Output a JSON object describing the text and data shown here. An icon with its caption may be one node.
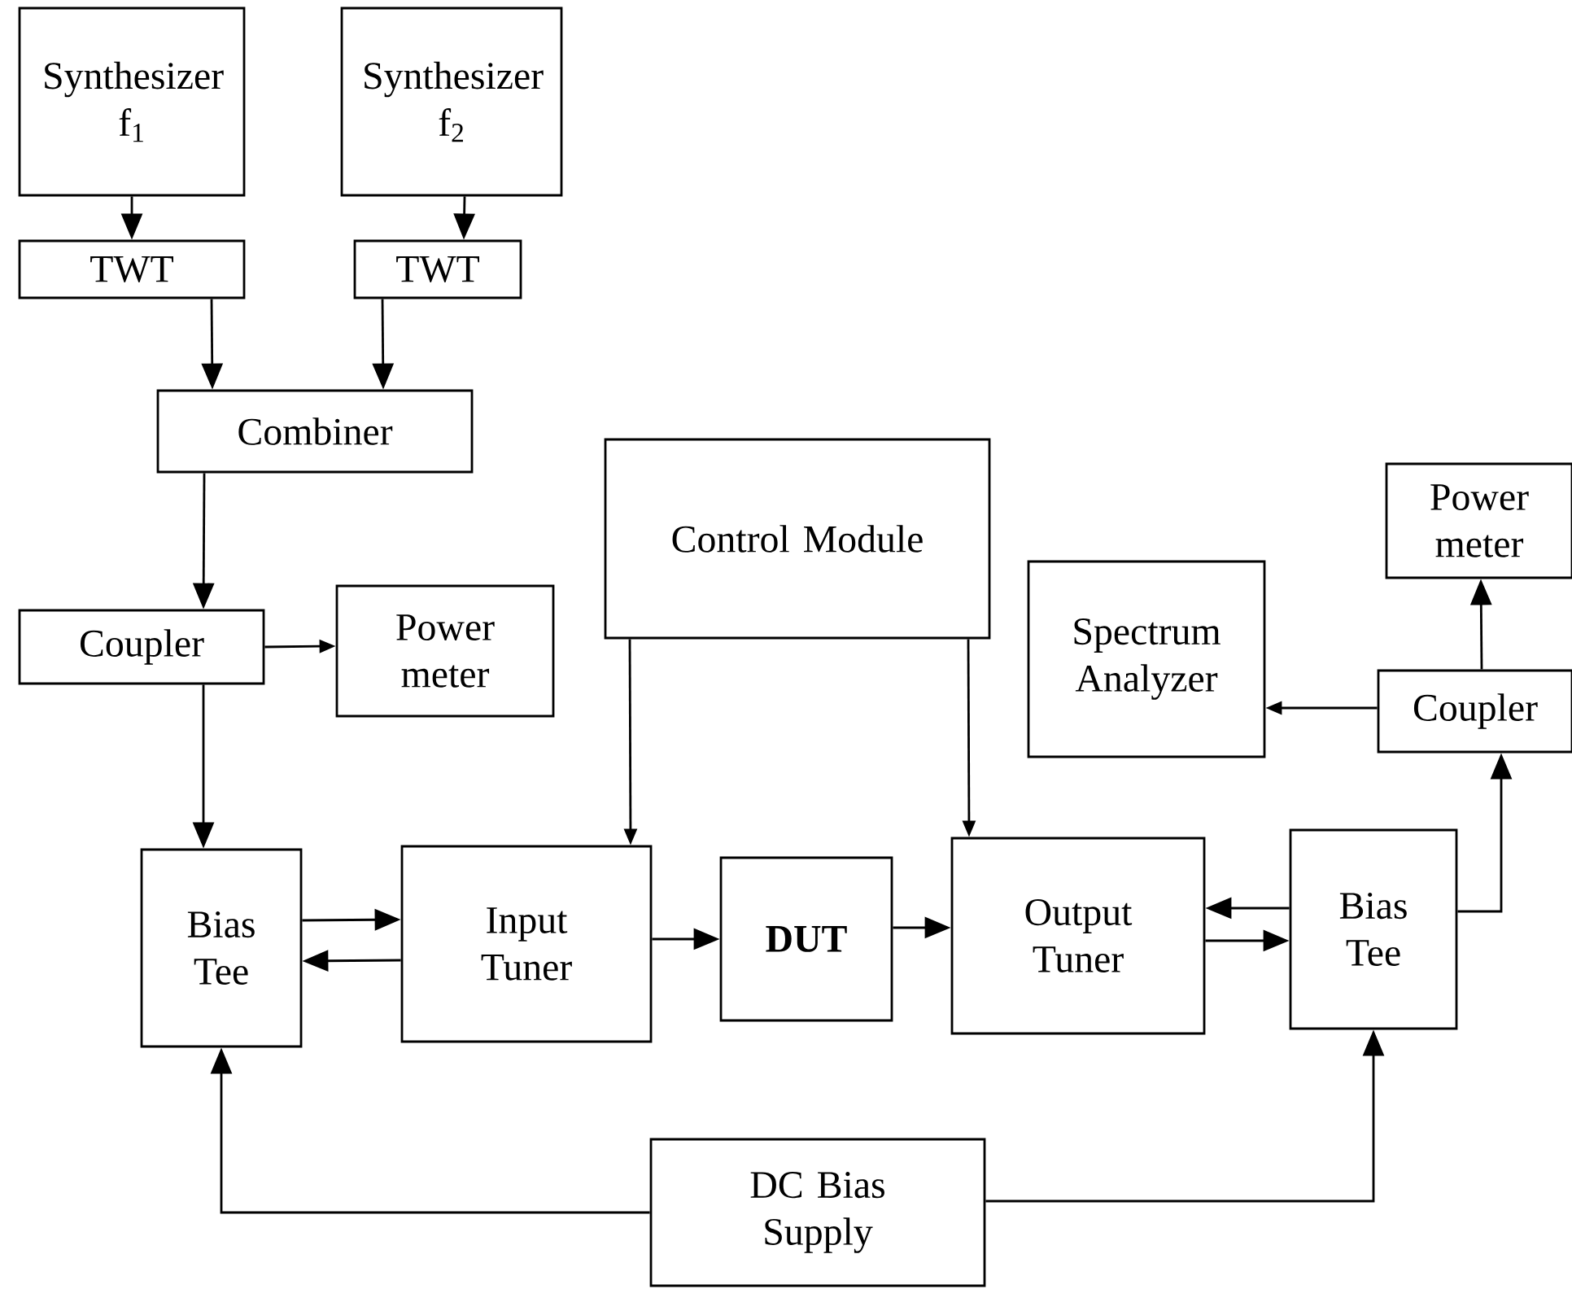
{
  "diagram": {
    "nodes": [
      {
        "text": [
          "Synthesizer f$_{1}$"
        ]
      },
      {
        "text": [
          "Synthesizer f$_{2}$"
        ]
      },
      {
        "text": [
          "TWT"
        ]
      },
      {
        "text": [
          "TWT"
        ]
      },
      {
        "text": [
          "Combiner"
        ]
      },
      {
        "text": [
          "Control Module"
        ]
      },
      {
        "text": [
          "Coupler"
        ]
      },
      {
        "text": [
          "Power meter"
        ]
      },
      {
        "text": [
          "Power meter"
        ]
      },
      {
        "text": [
          "Spectrum Analyzer"
        ]
      },
      {
        "text": [
          "Coupler"
        ]
      },
      {
        "text": [
          "Bias Tee"
        ]
      },
      {
        "text": [
          "Input Tuner"
        ]
      },
      {
        "text": [
          "DUT"
        ]
      },
      {
        "text": [
          "Output Tuner"
        ]
      },
      {
        "text": [
          "Bias Tee"
        ]
      },
      {
        "text": [
          "DC Bias Supply"
        ]
      }
    ],
    "edges": [
      {
        "from": 0,
        "to": 2,
        "arrow": "to"
      },
      {
        "from": 1,
        "to": 3,
        "arrow": "to"
      },
      {
        "from": 2,
        "to": 4,
        "arrow": "to"
      },
      {
        "from": 3,
        "to": 4,
        "arrow": "to"
      },
      {
        "from": 4,
        "to": 6,
        "arrow": "to"
      },
      {
        "from": 6,
        "to": 7,
        "arrow": "to"
      },
      {
        "from": 6,
        "to": 11,
        "arrow": "to"
      },
      {
        "from": 5,
        "to": 12,
        "arrow": "to"
      },
      {
        "from": 5,
        "to": 14,
        "arrow": "to"
      },
      {
        "from": 11,
        "to": 12,
        "arrow": "to"
      },
      {
        "from": 12,
        "to": 11,
        "arrow": "to"
      },
      {
        "from": 12,
        "to": 13,
        "arrow": "to"
      },
      {
        "from": 13,
        "to": 14,
        "arrow": "to"
      },
      {
        "from": 15,
        "to": 14,
        "arrow": "to"
      },
      {
        "from": 14,
        "to": 15,
        "arrow": "to"
      },
      {
        "from": 15,
        "to": 10,
        "arrow": "to"
      },
      {
        "from": 10,
        "to": 8,
        "arrow": "to"
      },
      {
        "from": 10,
        "to": 9,
        "arrow": "to"
      },
      {
        "from": 16,
        "to": 11,
        "arrow": "to"
      },
      {
        "from": 16,
        "to": 15,
        "arrow": "to"
      }
    ]
  }
}
